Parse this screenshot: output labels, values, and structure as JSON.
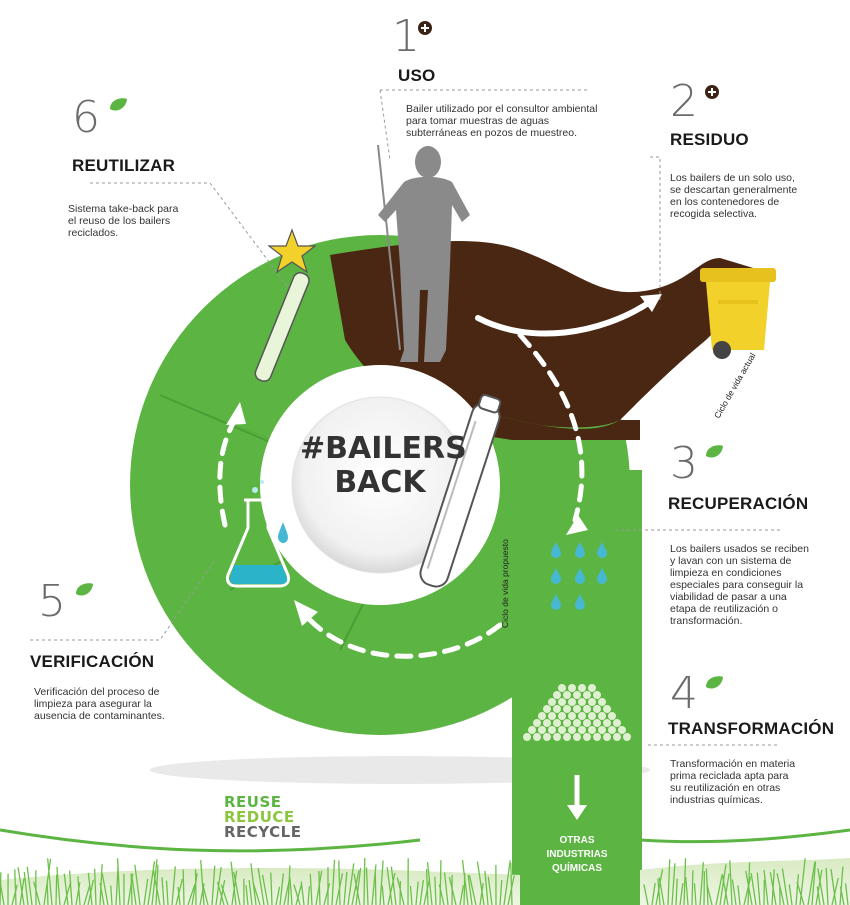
{
  "center": {
    "line1": "#BAILERS",
    "line2": "BACK"
  },
  "steps": [
    {
      "num": "1",
      "title": "USO",
      "desc": [
        "Bailer utilizado por el consultor ambiental",
        "para tomar muestras de aguas",
        "subterráneas en pozos de muestreo."
      ]
    },
    {
      "num": "2",
      "title": "RESIDUO",
      "desc": [
        "Los bailers de un solo uso,",
        "se descartan generalmente",
        "en los contenedores de",
        "recogida selectiva."
      ]
    },
    {
      "num": "3",
      "title": "RECUPERACIÓN",
      "desc": [
        "Los bailers usados se reciben",
        "y lavan con un sistema de",
        "limpieza en condiciones",
        "especiales para conseguir la",
        "viabilidad de pasar a una",
        "etapa de reutilización o",
        "transformación."
      ]
    },
    {
      "num": "4",
      "title": "TRANSFORMACIÓN",
      "desc": [
        "Transformación en materia",
        "prima reciclada apta para",
        "su reutilización en otras",
        "industrias químicas."
      ]
    },
    {
      "num": "5",
      "title": "VERIFICACIÓN",
      "desc": [
        "Verificación del proceso de",
        "limpieza para asegurar la",
        "ausencia de contaminantes."
      ]
    },
    {
      "num": "6",
      "title": "REUTILIZAR",
      "desc": [
        "Sistema take-back para",
        "el reuso de los bailers",
        "reciclados."
      ]
    }
  ],
  "labels": {
    "current_cycle": "Ciclo de vida actual",
    "proposed_cycle": "Ciclo de vida propuesto",
    "otras": [
      "OTRAS",
      "INDUSTRIAS",
      "QUÍMICAS"
    ]
  },
  "rrr": {
    "reuse": "REUSE",
    "reduce": "REDUCE",
    "recycle": "RECYCLE"
  },
  "colors": {
    "green": "#5cb542",
    "dark_green": "#3f9a30",
    "brown": "#4a2713",
    "gray_figure": "#8a8a8a",
    "yellow_bin": "#f2d12a",
    "water": "#46b8d4",
    "negative_badge": "#3b2416",
    "positive_badge": "#5cb542"
  }
}
